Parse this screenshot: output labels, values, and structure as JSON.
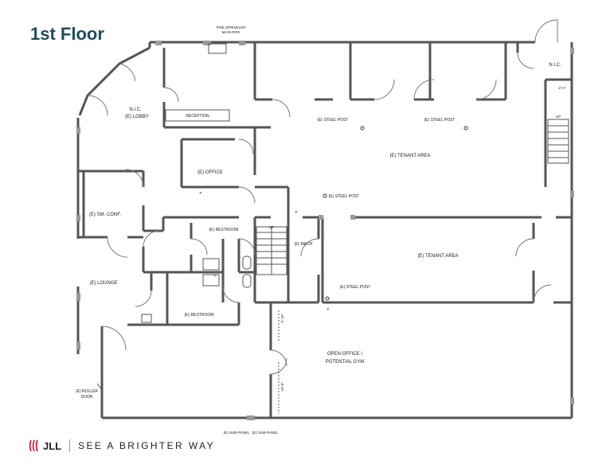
{
  "title": "1st Floor",
  "labels": {
    "fire_sprinkler_1": "FIRE SPRINKLER",
    "fire_sprinkler_2": "MAIN PIPE",
    "nic_lobby": "N.I.C.",
    "lobby": "(E) LOBBY",
    "reception": "RECEPTION",
    "office": "(E) OFFICE",
    "sm_conf": "(E) SM. CONF.",
    "lounge": "(E) LOUNGE",
    "restroom_1": "(E) RESTROOM",
    "restroom_2": "(E) RESTROOM",
    "mech": "(E) MECH",
    "tenant_area_1": "(E) TENANT AREA",
    "tenant_area_2": "(E) TENANT AREA",
    "steel_post_1": "(E) STEEL POST",
    "steel_post_2": "(E) STEEL POST",
    "steel_post_3": "(E) STEEL POST",
    "steel_post_4": "(E) STEEL POST",
    "open_office_1": "OPEN OFFICE /",
    "open_office_2": "POTENTIAL GYM",
    "roller_door_1": "(E) ROLLER",
    "roller_door_2": "DOOR",
    "nic_stair": "N.I.C.",
    "stair_up_1": "UP",
    "stair_up_2": "UP",
    "sub_panel_1": "(E) SUB-PANEL",
    "sub_panel_2": "(E) SUB-PANEL",
    "dim_1": "2'-0\"",
    "dim_2": "9'-10\"",
    "dim_3": "10'-0\"",
    "tag_1": "P",
    "tag_2": "P",
    "tag_3": "P",
    "tag_4": "P"
  },
  "footer": {
    "logo": "JLL",
    "tagline": "SEE A BRIGHTER WAY",
    "logo_color": "#c8102e"
  },
  "colors": {
    "wall": "#555555",
    "title": "#1f4e5f"
  }
}
